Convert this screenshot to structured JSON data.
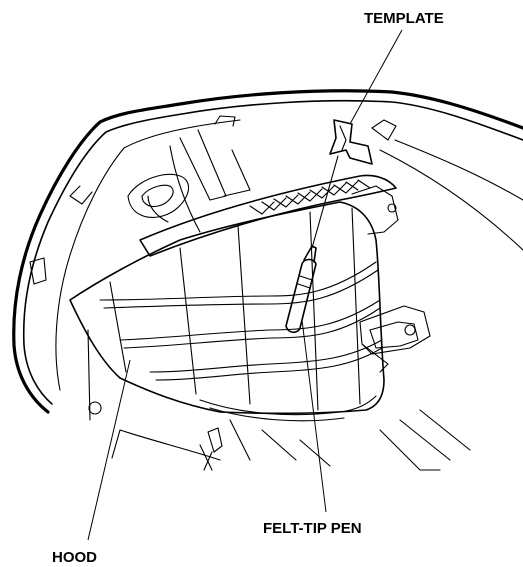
{
  "labels": {
    "template": "TEMPLATE",
    "felt_tip_pen": "FELT-TIP PEN",
    "hood": "HOOD"
  }
}
